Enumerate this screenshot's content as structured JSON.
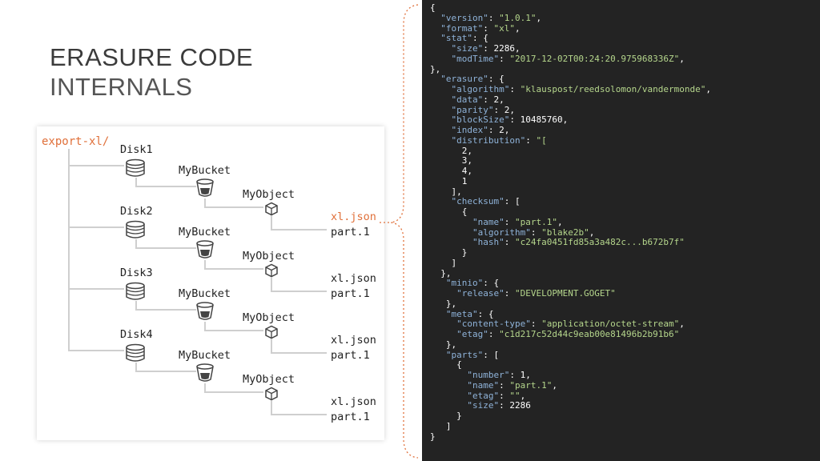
{
  "title": {
    "line1": "ERASURE CODE",
    "line2": "INTERNALS"
  },
  "tree": {
    "root": "export-xl/",
    "disks": [
      {
        "disk": "Disk1",
        "bucket": "MyBucket",
        "object": "MyObject",
        "files": [
          "xl.json",
          "part.1"
        ]
      },
      {
        "disk": "Disk2",
        "bucket": "MyBucket",
        "object": "MyObject",
        "files": [
          "xl.json",
          "part.1"
        ]
      },
      {
        "disk": "Disk3",
        "bucket": "MyBucket",
        "object": "MyObject",
        "files": [
          "xl.json",
          "part.1"
        ]
      },
      {
        "disk": "Disk4",
        "bucket": "MyBucket",
        "object": "MyObject",
        "files": [
          "xl.json",
          "part.1"
        ]
      }
    ]
  },
  "json_lines": [
    [
      [
        "{",
        "p"
      ]
    ],
    [
      [
        "  \"version\"",
        "k"
      ],
      [
        ": ",
        "p"
      ],
      [
        "\"1.0.1\"",
        "s"
      ],
      [
        ",",
        "p"
      ]
    ],
    [
      [
        "  \"format\"",
        "k"
      ],
      [
        ": ",
        "p"
      ],
      [
        "\"xl\"",
        "s"
      ],
      [
        ",",
        "p"
      ]
    ],
    [
      [
        "  \"stat\"",
        "k"
      ],
      [
        ": {",
        "p"
      ]
    ],
    [
      [
        "    \"size\"",
        "k"
      ],
      [
        ": ",
        "p"
      ],
      [
        "2286",
        "n"
      ],
      [
        ",",
        "p"
      ]
    ],
    [
      [
        "    \"modTime\"",
        "k"
      ],
      [
        ": ",
        "p"
      ],
      [
        "\"2017-12-02T00:24:20.975968336Z\"",
        "s"
      ],
      [
        ",",
        "p"
      ]
    ],
    [
      [
        "},",
        "p"
      ]
    ],
    [
      [
        "  \"erasure\"",
        "k"
      ],
      [
        ": {",
        "p"
      ]
    ],
    [
      [
        "    \"algorithm\"",
        "k"
      ],
      [
        ": ",
        "p"
      ],
      [
        "\"klauspost/reedsolomon/vandermonde\"",
        "s"
      ],
      [
        ",",
        "p"
      ]
    ],
    [
      [
        "    \"data\"",
        "k"
      ],
      [
        ": ",
        "p"
      ],
      [
        "2",
        "n"
      ],
      [
        ",",
        "p"
      ]
    ],
    [
      [
        "    \"parity\"",
        "k"
      ],
      [
        ": ",
        "p"
      ],
      [
        "2",
        "n"
      ],
      [
        ",",
        "p"
      ]
    ],
    [
      [
        "    \"blockSize\"",
        "k"
      ],
      [
        ": ",
        "p"
      ],
      [
        "10485760",
        "n"
      ],
      [
        ",",
        "p"
      ]
    ],
    [
      [
        "    \"index\"",
        "k"
      ],
      [
        ": ",
        "p"
      ],
      [
        "2",
        "n"
      ],
      [
        ",",
        "p"
      ]
    ],
    [
      [
        "    \"distribution\"",
        "k"
      ],
      [
        ": ",
        "p"
      ],
      [
        "\"[",
        "s"
      ]
    ],
    [
      [
        "      2,",
        "n"
      ]
    ],
    [
      [
        "      3,",
        "n"
      ]
    ],
    [
      [
        "      4,",
        "n"
      ]
    ],
    [
      [
        "      1",
        "n"
      ]
    ],
    [
      [
        "    ],",
        "p"
      ]
    ],
    [
      [
        "    \"checksum\"",
        "k"
      ],
      [
        ": [",
        "p"
      ]
    ],
    [
      [
        "      {",
        "p"
      ]
    ],
    [
      [
        "        \"name\"",
        "k"
      ],
      [
        ": ",
        "p"
      ],
      [
        "\"part.1\"",
        "s"
      ],
      [
        ",",
        "p"
      ]
    ],
    [
      [
        "        \"algorithm\"",
        "k"
      ],
      [
        ": ",
        "p"
      ],
      [
        "\"blake2b\"",
        "s"
      ],
      [
        ",",
        "p"
      ]
    ],
    [
      [
        "        \"hash\"",
        "k"
      ],
      [
        ": ",
        "p"
      ],
      [
        "\"c24fa0451fd85a3a482c...b672b7f\"",
        "s"
      ]
    ],
    [
      [
        "      }",
        "p"
      ]
    ],
    [
      [
        "    ]",
        "p"
      ]
    ],
    [
      [
        "  },",
        "p"
      ]
    ],
    [
      [
        "   \"minio\"",
        "k"
      ],
      [
        ": {",
        "p"
      ]
    ],
    [
      [
        "     \"release\"",
        "k"
      ],
      [
        ": ",
        "p"
      ],
      [
        "\"DEVELOPMENT.GOGET\"",
        "s"
      ]
    ],
    [
      [
        "   },",
        "p"
      ]
    ],
    [
      [
        "   \"meta\"",
        "k"
      ],
      [
        ": {",
        "p"
      ]
    ],
    [
      [
        "     \"content-type\"",
        "k"
      ],
      [
        ": ",
        "p"
      ],
      [
        "\"application/octet-stream\"",
        "s"
      ],
      [
        ",",
        "p"
      ]
    ],
    [
      [
        "     \"etag\"",
        "k"
      ],
      [
        ": ",
        "p"
      ],
      [
        "\"c1d217c52d44c9eab00e81496b2b91b6\"",
        "s"
      ]
    ],
    [
      [
        "   },",
        "p"
      ]
    ],
    [
      [
        "   \"parts\"",
        "k"
      ],
      [
        ": [",
        "p"
      ]
    ],
    [
      [
        "     {",
        "p"
      ]
    ],
    [
      [
        "       \"number\"",
        "k"
      ],
      [
        ": ",
        "p"
      ],
      [
        "1",
        "n"
      ],
      [
        ",",
        "p"
      ]
    ],
    [
      [
        "       \"name\"",
        "k"
      ],
      [
        ": ",
        "p"
      ],
      [
        "\"part.1\"",
        "s"
      ],
      [
        ",",
        "p"
      ]
    ],
    [
      [
        "       \"etag\"",
        "k"
      ],
      [
        ": ",
        "p"
      ],
      [
        "\"\"",
        "s"
      ],
      [
        ",",
        "p"
      ]
    ],
    [
      [
        "       \"size\"",
        "k"
      ],
      [
        ": ",
        "p"
      ],
      [
        "2286",
        "n"
      ]
    ],
    [
      [
        "     }",
        "p"
      ]
    ],
    [
      [
        "   ]",
        "p"
      ]
    ],
    [
      [
        "}",
        "p"
      ]
    ]
  ],
  "colors": {
    "accent": "#e0703a",
    "code_bg": "#232323",
    "json_key": "#8fb3d9",
    "json_string": "#b5d68c",
    "tree_line": "#cfcfcf"
  },
  "icons": {
    "disk": "database-icon",
    "bucket": "bucket-icon",
    "object": "cube-icon"
  },
  "highlight_file": "xl.json"
}
